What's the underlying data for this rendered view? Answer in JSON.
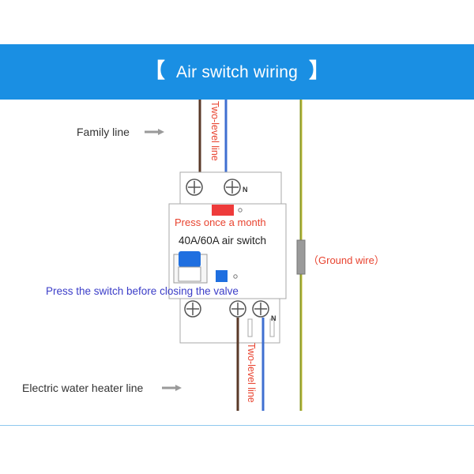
{
  "header": {
    "bracket_left": "【",
    "title": "Air switch wiring",
    "bracket_right": "】",
    "bg_color": "#1a8fe3"
  },
  "labels": {
    "family_line": "Family line",
    "two_level_line_top": "Two-level line",
    "two_level_line_bottom": "Two-level line",
    "neutral_top": "N",
    "neutral_bottom": "N",
    "press_once": "Press once a month",
    "device_name": "40A/60A air switch",
    "ground_wire": "（Ground wire）",
    "press_switch": "Press the switch before closing the valve",
    "heater_line": "Electric water heater line"
  },
  "colors": {
    "live_wire": "#5a3a28",
    "neutral_wire": "#3f6fd1",
    "ground_wire": "#8a9a2a",
    "test_button": "#ee3b3b",
    "switch_lever": "#1f6fe0",
    "annotation_red": "#e8432f",
    "annotation_blue": "#3b3dc8"
  }
}
